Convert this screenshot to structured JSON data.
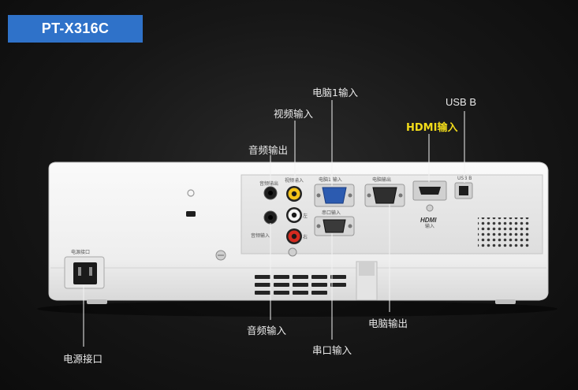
{
  "model_badge": "PT-X316C",
  "port_labels": {
    "pc_input_1": "电脑1输入",
    "video_input": "视频输入",
    "audio_output": "音频输出",
    "usb_b": "USB B",
    "hdmi_input": "HDMI输入",
    "audio_input": "音频输入",
    "serial_input": "串口输入",
    "pc_output": "电脑输出",
    "power_socket": "电源接口"
  },
  "panel_print": {
    "audio_out": "音频输出",
    "video_in": "视频输入",
    "pc1_in": "电脑1 输入",
    "pc_out": "电脑输出",
    "serial_in": "串口输入",
    "audio_in": "音频输入",
    "left": "左",
    "right": "右",
    "hdmi_logo": "HDMI",
    "hdmi_in": "输入",
    "usb": "USB B",
    "power": "电源接口"
  },
  "colors": {
    "background": "#161616",
    "badge": "#2f72c9",
    "label_text": "#e9e9e9",
    "highlight_label": "#f2dc1a",
    "projector_body": "#f1f1f1",
    "vga_blue": "#2c5bb0",
    "rca_yellow": "#f3c319",
    "rca_red": "#d42a1f"
  }
}
